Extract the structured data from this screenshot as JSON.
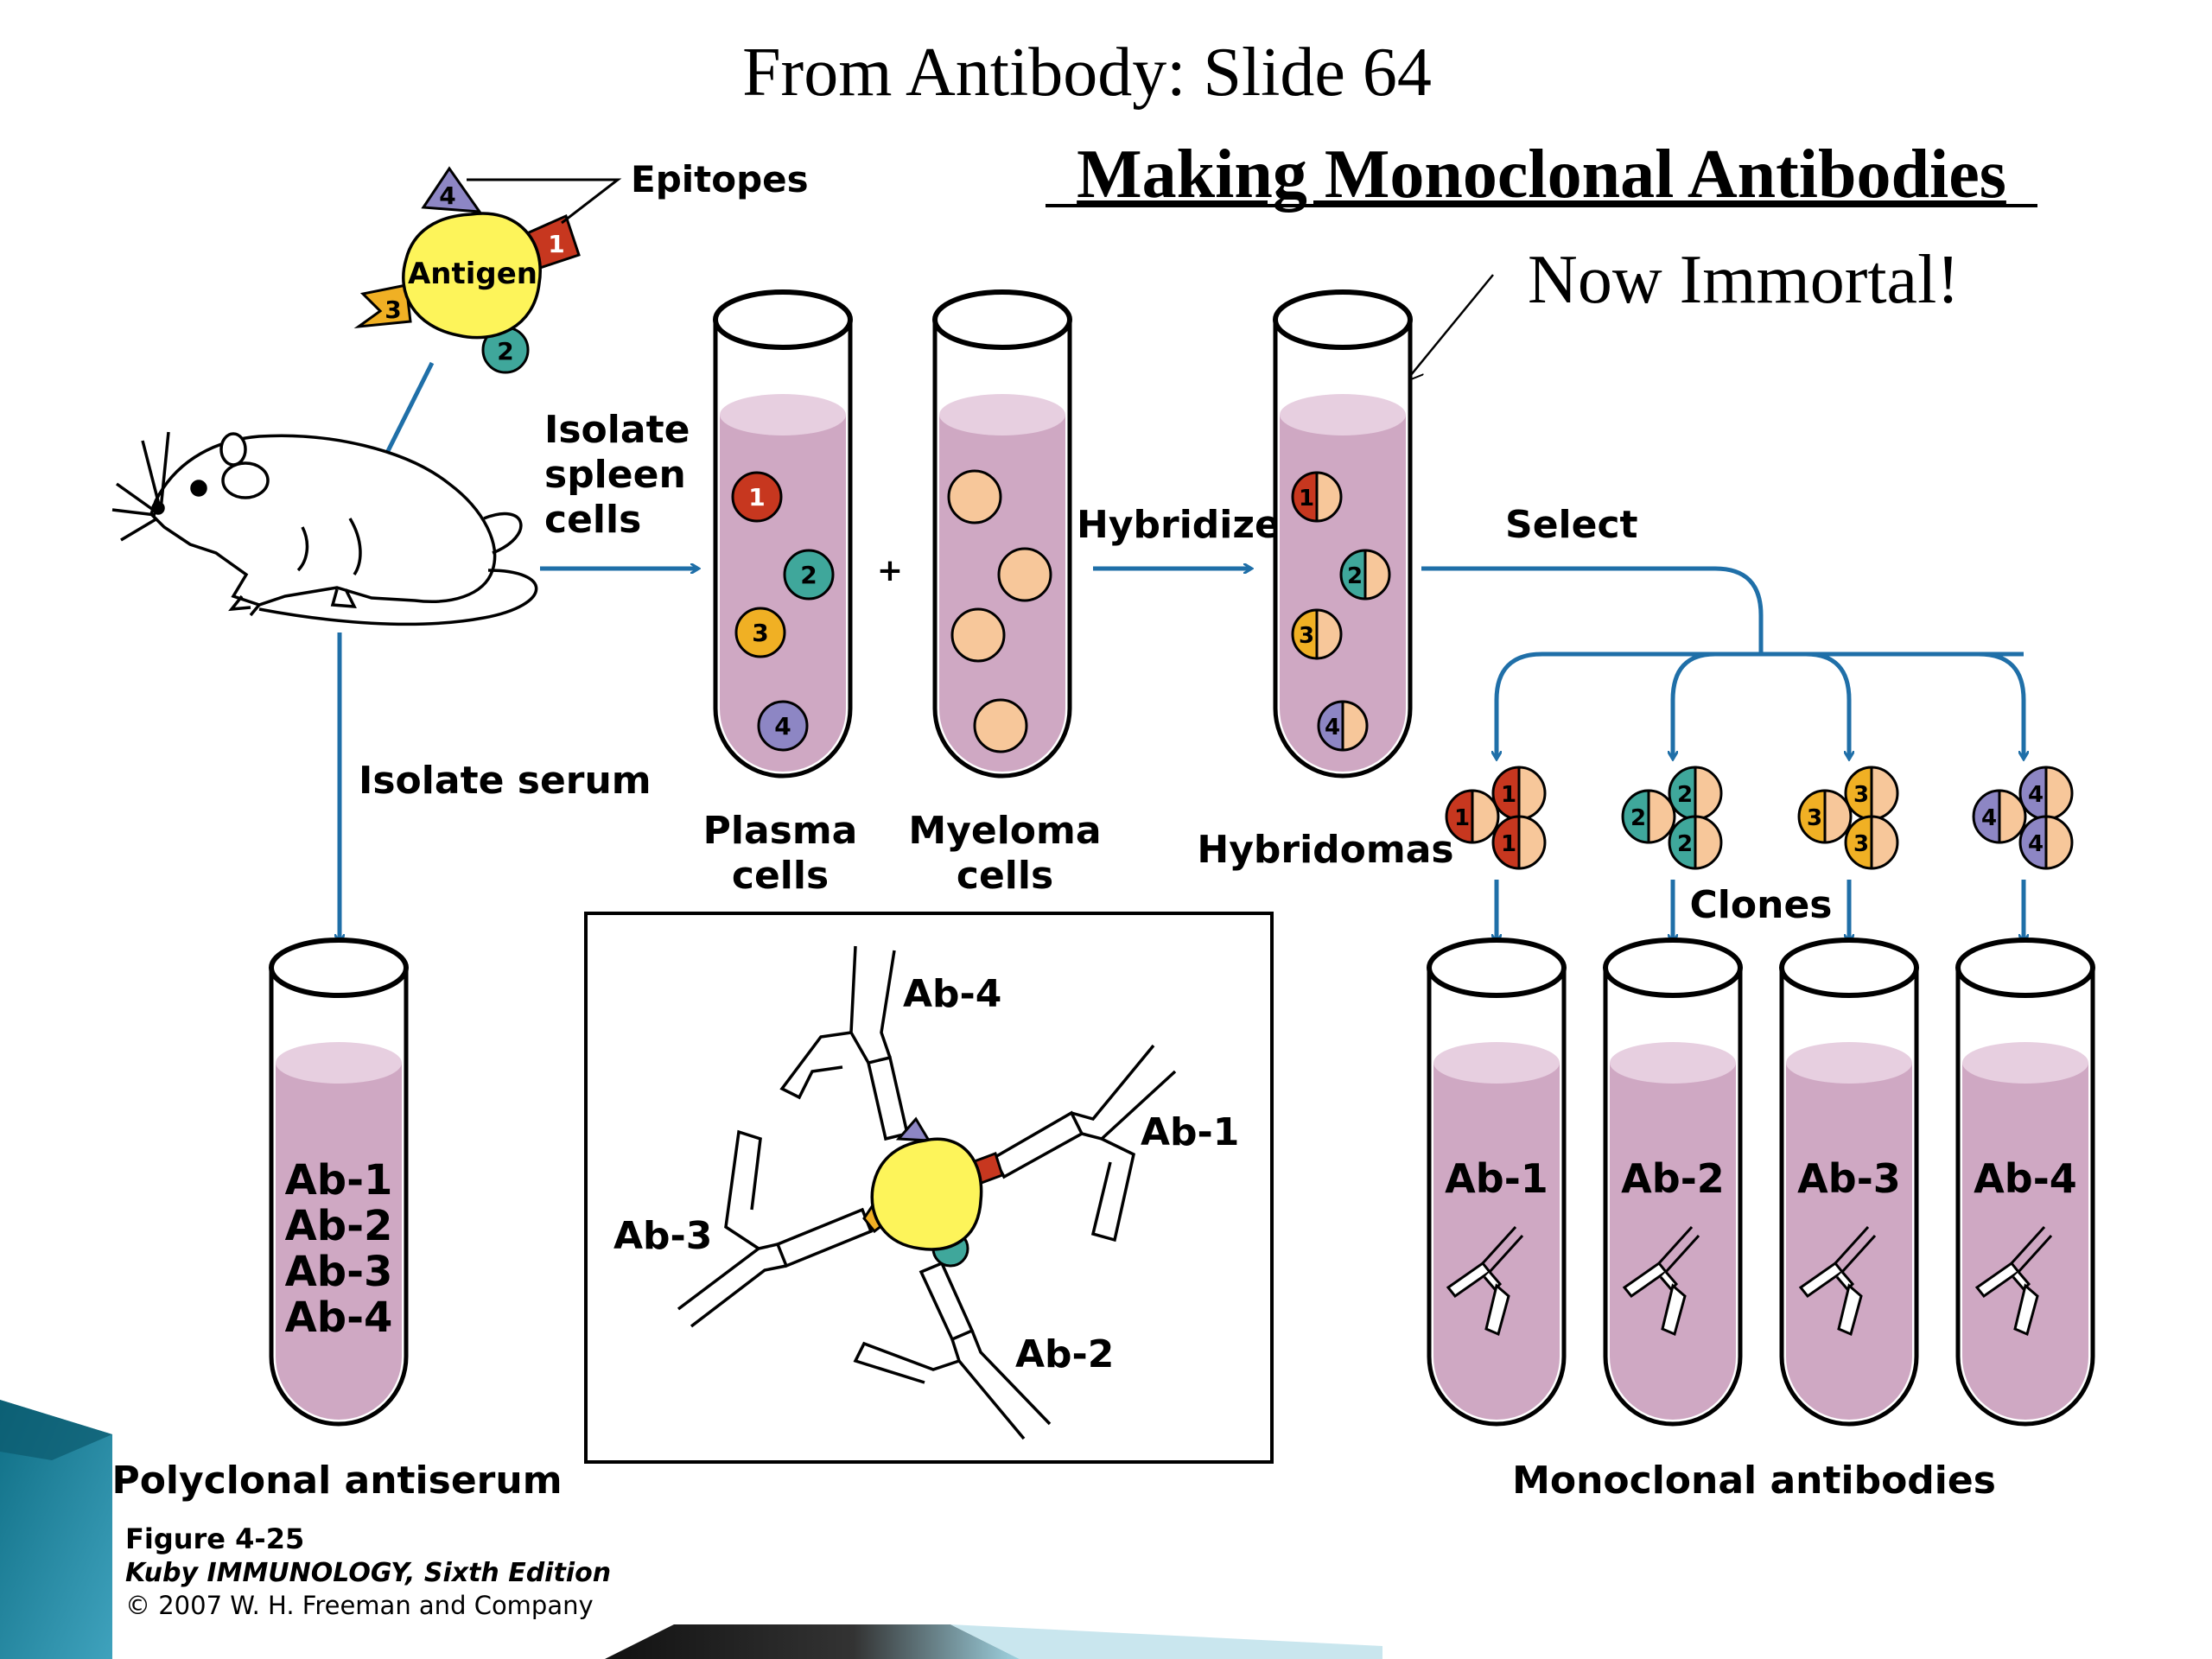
{
  "slide": {
    "title": "From Antibody:  Slide 64",
    "heading": "Making Monoclonal Antibodies",
    "annotation": "Now Immortal!"
  },
  "figure": {
    "epitopes_label": "Epitopes",
    "antigen_label": "Antigen",
    "epitope_numbers": [
      "1",
      "2",
      "3",
      "4"
    ],
    "step_isolate_spleen": [
      "Isolate",
      "spleen",
      "cells"
    ],
    "step_isolate_serum": "Isolate serum",
    "plus": "+",
    "step_hybridize": "Hybridize",
    "step_select": "Select",
    "plasma_cells": [
      "Plasma",
      "cells"
    ],
    "myeloma_cells": [
      "Myeloma",
      "cells"
    ],
    "hybridomas": "Hybridomas",
    "clones": "Clones",
    "polyclonal_antiserum": "Polyclonal antiserum",
    "polyclonal_contents": [
      "Ab-1",
      "Ab-2",
      "Ab-3",
      "Ab-4"
    ],
    "monoclonal_antibodies": "Monoclonal antibodies",
    "monoclonal_tubes": [
      "Ab-1",
      "Ab-2",
      "Ab-3",
      "Ab-4"
    ],
    "inset_labels": [
      "Ab-4",
      "Ab-1",
      "Ab-3",
      "Ab-2"
    ]
  },
  "caption": {
    "figure_number": "Figure 4-25",
    "book": "Kuby IMMUNOLOGY, Sixth Edition",
    "copyright": "© 2007 W. H. Freeman and Company"
  },
  "colors": {
    "arrow_blue": "#1f6fa8",
    "tube_fill": "#cfa8c3",
    "antigen_yellow": "#fdf45a",
    "epitope_1": "#c7371f",
    "epitope_2": "#3fa79b",
    "epitope_3": "#f0b024",
    "epitope_4": "#8d86c4",
    "myeloma": "#f7c79a",
    "corner_teal": "#0f6f86"
  }
}
